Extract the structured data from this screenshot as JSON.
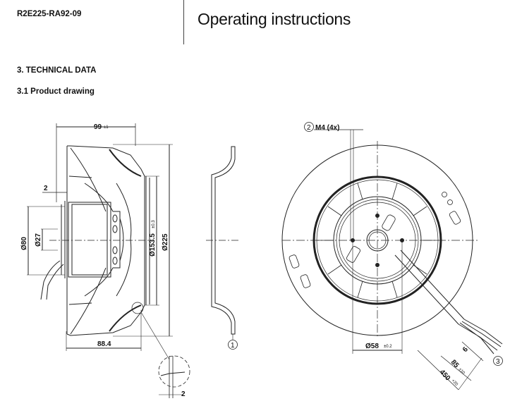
{
  "header": {
    "model": "R2E225-RA92-09",
    "title": "Operating instructions"
  },
  "section": {
    "heading": "3. TECHNICAL DATA",
    "subheading": "3.1 Product drawing"
  },
  "drawing": {
    "side_view": {
      "length": "99",
      "length_tol": "±1",
      "gap": "2",
      "dia_outer": "Ø225",
      "dia_inlet": "Ø153.5",
      "dia_inlet_tol": "±0.3",
      "depth": "88.4",
      "dia_motor": "Ø80",
      "dia_shaft": "Ø27",
      "detail_gap": "2"
    },
    "profile_view": {
      "callout": "1"
    },
    "front_view": {
      "screw_callout": "2",
      "screw_label": "M4 (4x)",
      "hole_circle": "Ø58",
      "hole_circle_tol": "±0.2",
      "cable_callout": "3",
      "cable_length": "450",
      "cable_length_tol": "+20",
      "strip_length": "85",
      "strip_length_tol": "±10",
      "wire_end": "6"
    }
  }
}
